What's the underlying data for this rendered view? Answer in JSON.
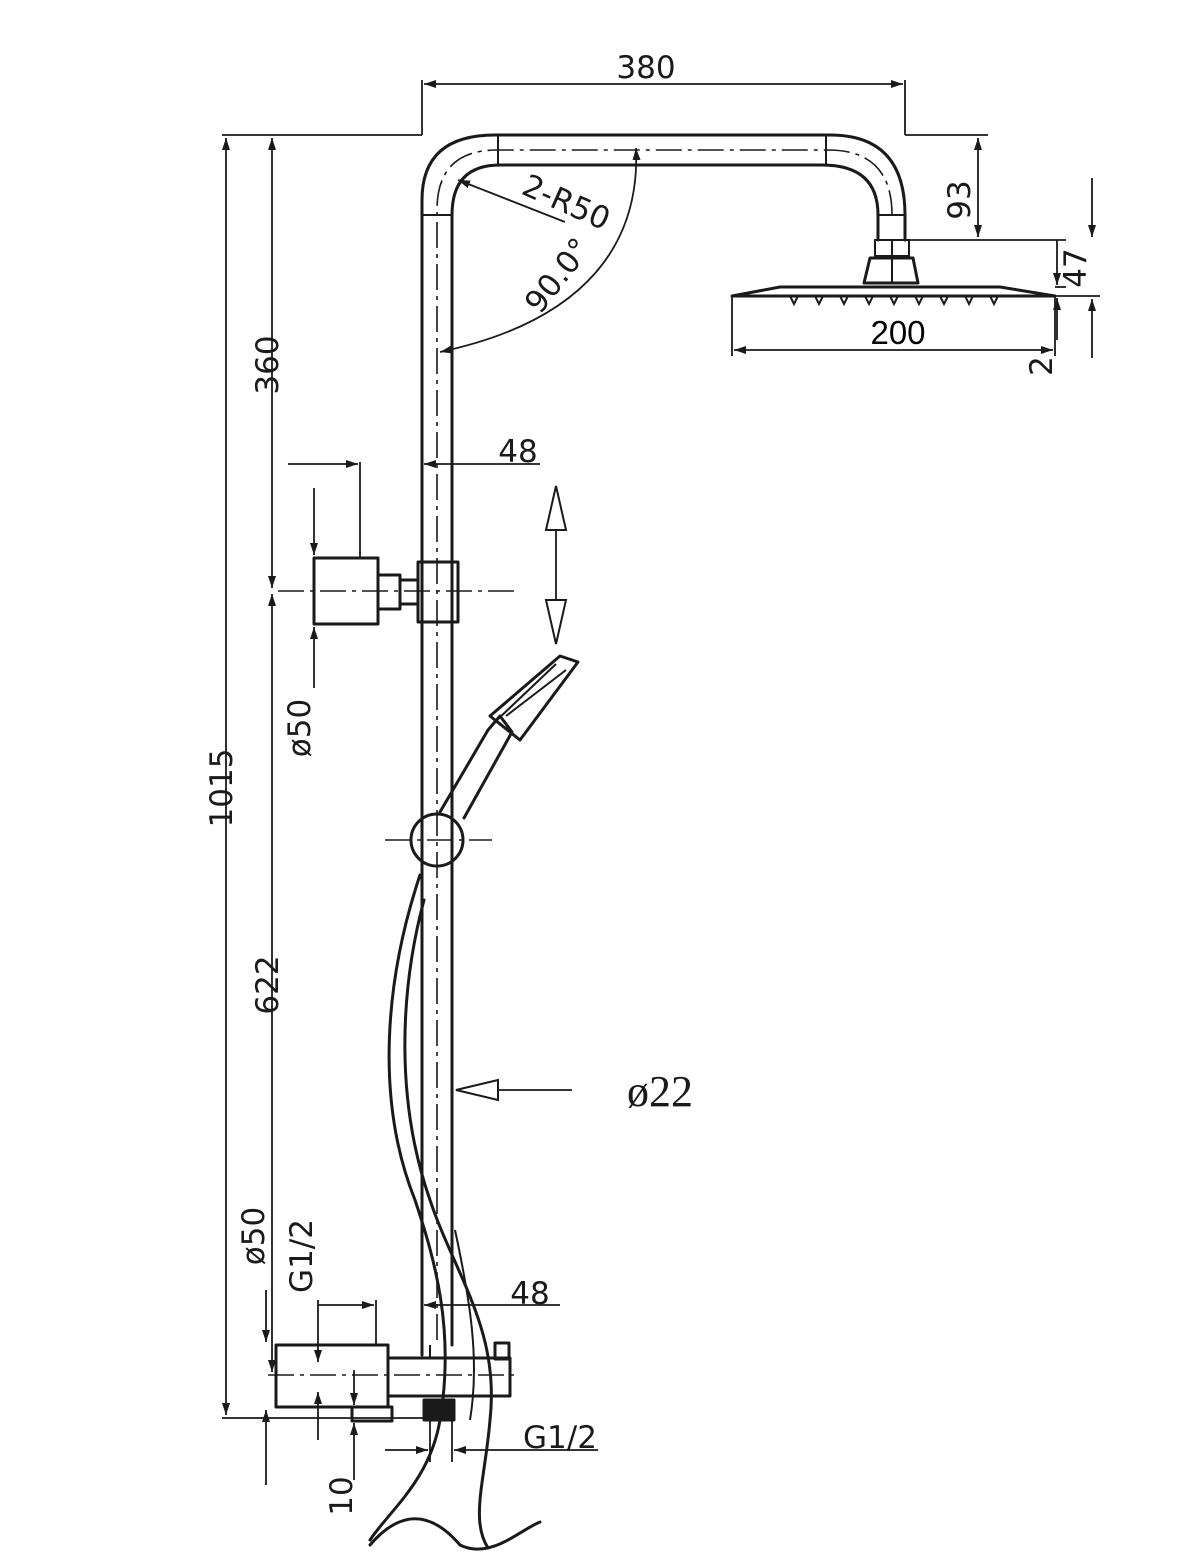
{
  "dimensions": {
    "top_width": "380",
    "total_height": "1015",
    "upper_height": "360",
    "lower_height": "622",
    "bend_radius": "2-R50",
    "bend_angle": "90.0°",
    "arm_drop": "93",
    "head_diameter": "200",
    "head_height": "47",
    "head_thickness": "2",
    "holder_offset": "48",
    "holder_diameter": "ø50",
    "pipe_diameter": "ø22",
    "mixer_offset": "48",
    "mixer_diameter": "ø50",
    "inlet_thread": "G1/2",
    "outlet_thread": "G1/2",
    "bottom_offset": "10"
  }
}
